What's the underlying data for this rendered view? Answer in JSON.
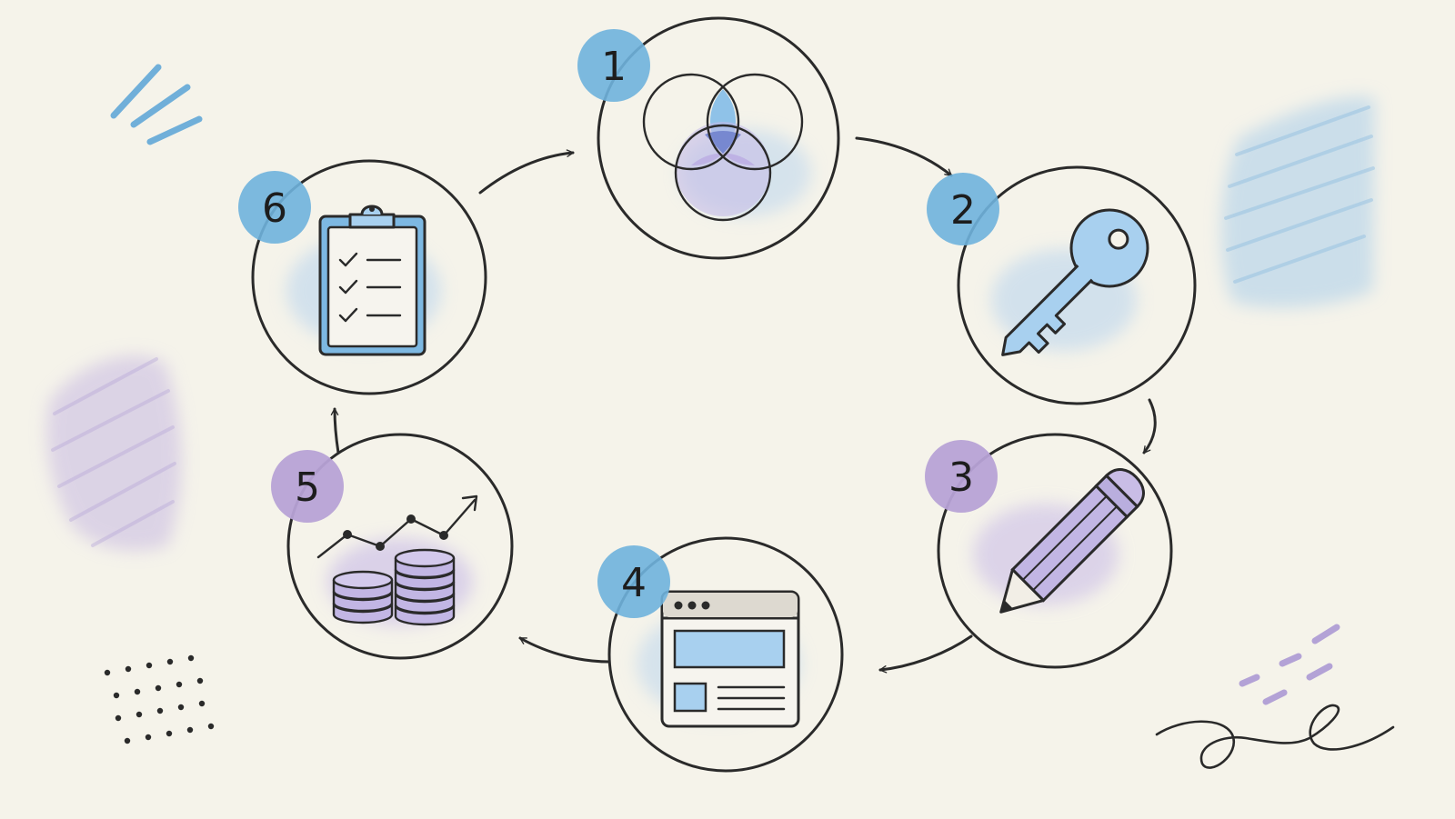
{
  "colors": {
    "background": "#f5f3ea",
    "ink": "#2a2a2a",
    "blue_accent": "#6fb2dd",
    "purple_accent": "#b7a2d6",
    "icon_blue_fill": "#a8d0ef",
    "icon_purple_fill": "#c9bde6"
  },
  "steps": [
    {
      "number": "1",
      "icon": "venn-diagram-icon",
      "badge_color": "#6fb2dd"
    },
    {
      "number": "2",
      "icon": "key-icon",
      "badge_color": "#6fb2dd"
    },
    {
      "number": "3",
      "icon": "pencil-icon",
      "badge_color": "#b7a2d6"
    },
    {
      "number": "4",
      "icon": "browser-window-icon",
      "badge_color": "#6fb2dd"
    },
    {
      "number": "5",
      "icon": "coins-growth-chart-icon",
      "badge_color": "#b7a2d6"
    },
    {
      "number": "6",
      "icon": "clipboard-checklist-icon",
      "badge_color": "#6fb2dd"
    }
  ],
  "flow": [
    {
      "from": "6",
      "to": "1"
    },
    {
      "from": "1",
      "to": "2"
    },
    {
      "from": "2",
      "to": "3"
    },
    {
      "from": "3",
      "to": "4"
    },
    {
      "from": "4",
      "to": "5"
    },
    {
      "from": "5",
      "to": "6"
    }
  ],
  "decorations": [
    "blue-strokes-icon",
    "blue-scribble-icon",
    "purple-scribble-icon",
    "dot-grid-icon",
    "purple-dashes-icon",
    "squiggle-line-icon"
  ]
}
